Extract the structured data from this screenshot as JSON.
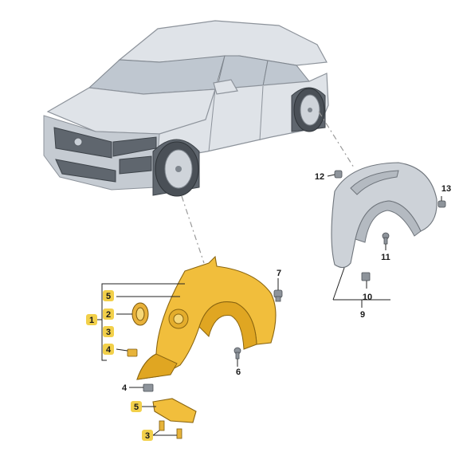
{
  "callouts": {
    "c1": "1",
    "c2": "2",
    "c3a": "3",
    "c3b": "3",
    "c4a": "4",
    "c4b": "4",
    "c5a": "5",
    "c5b": "5",
    "c6": "6",
    "c7": "7",
    "c9": "9",
    "c10": "10",
    "c11": "11",
    "c12": "12",
    "c13": "13"
  },
  "colors": {
    "highlight_badge": "#f2d04a",
    "front_liner": "#f1be3c",
    "rear_liner": "#cdd2d8",
    "car_body": "#dfe3e8"
  }
}
